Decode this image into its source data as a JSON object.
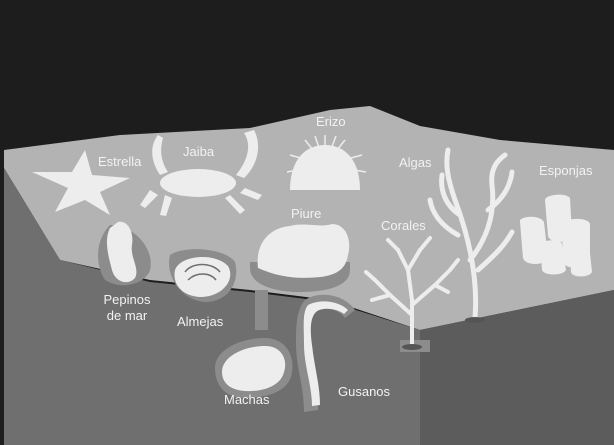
{
  "labels": {
    "estrella": "Estrella",
    "jaiba": "Jaiba",
    "erizo": "Erizo",
    "algas": "Algas",
    "esponjas": "Esponjas",
    "piure": "Piure",
    "corales": "Corales",
    "pepinos_line1": "Pepinos",
    "pepinos_line2": "de mar",
    "almejas": "Almejas",
    "machas": "Machas",
    "gusanos": "Gusanos"
  },
  "colors": {
    "sky": "#1d1d1d",
    "seabed_surface": "#b3b3b3",
    "seabed_front": "#6f6f6f",
    "seabed_right": "#5c5c5c",
    "burrow": "#8c8c8c",
    "organism": "#ededed",
    "organism_shadow": "#555555",
    "label": "#f2f2f2"
  }
}
